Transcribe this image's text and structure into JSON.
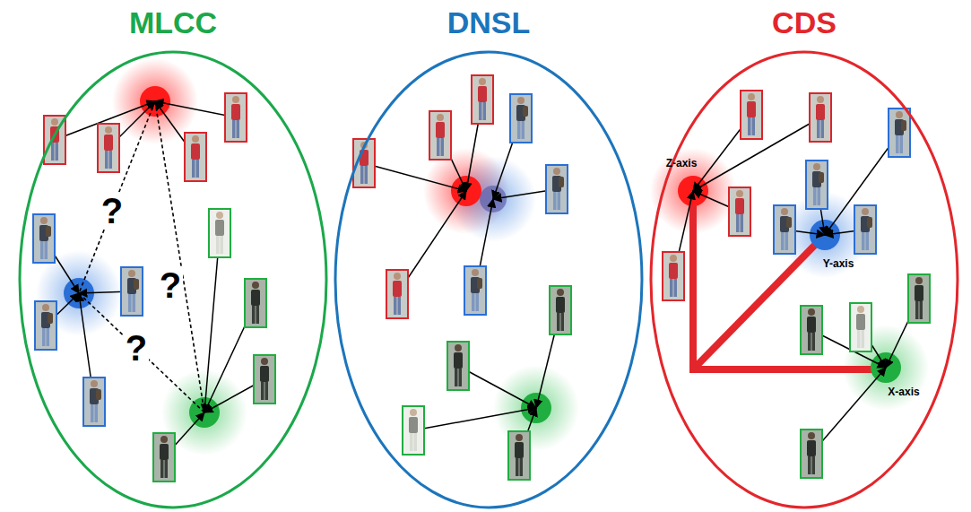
{
  "diagram": {
    "nodes": [
      {
        "text": [
          "MLCC"
        ]
      },
      {
        "text": [
          "DNSL"
        ]
      },
      {
        "text": [
          "CDS"
        ]
      }
    ],
    "labels": [
      "?",
      "?",
      "?",
      "Z-axis",
      "Y-axis",
      "X-axis"
    ]
  }
}
